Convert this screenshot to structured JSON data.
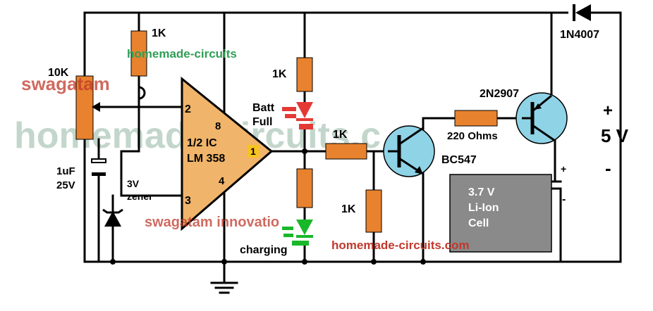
{
  "labels": {
    "r_top_1k": "1K",
    "pot_10k": "10K",
    "r_led_1k": "1K",
    "batt_full_1": "Batt",
    "batt_full_2": "Full",
    "r_base_1k": "1K",
    "r_bot_1k": "1K",
    "r_220": "220 Ohms",
    "pnp": "2N2907",
    "npn": "BC547",
    "diode": "1N4007",
    "cap_1": "1uF",
    "cap_2": "25V",
    "zener_1": "3V",
    "zener_2": "zener",
    "ic_1": "1/2 IC",
    "ic_2": "LM 358",
    "pin2": "2",
    "pin3": "3",
    "pin8": "8",
    "pin4": "4",
    "pin1": "1",
    "charging": "charging",
    "cell_1": "3.7 V",
    "cell_2": "Li-Ion",
    "cell_3": "Cell",
    "cell_plus": "+",
    "cell_minus": "-",
    "supply_plus": "+",
    "supply_v": "5 V",
    "supply_minus": "-"
  },
  "watermarks": {
    "hc_small": "homemade-circuits",
    "hc_large": "homemade-circuits.c",
    "swagatam_top": "swagatam",
    "swagatam_bottom": "swagatam innovatio",
    "hc_bottom": "homemade-circuits.com"
  },
  "colors": {
    "wire": "#000000",
    "resistor": "#e8822e",
    "opamp": "#f0b46a",
    "transistor": "#8fd3e6",
    "red_led": "#e53935",
    "green_led": "#19b82b",
    "cell": "#8a8a8a",
    "pin1_badge": "#f7c320",
    "watermark_red": "#c0392b",
    "watermark_green": "#2f9e55",
    "watermark_gray": "#b9d0c4"
  }
}
